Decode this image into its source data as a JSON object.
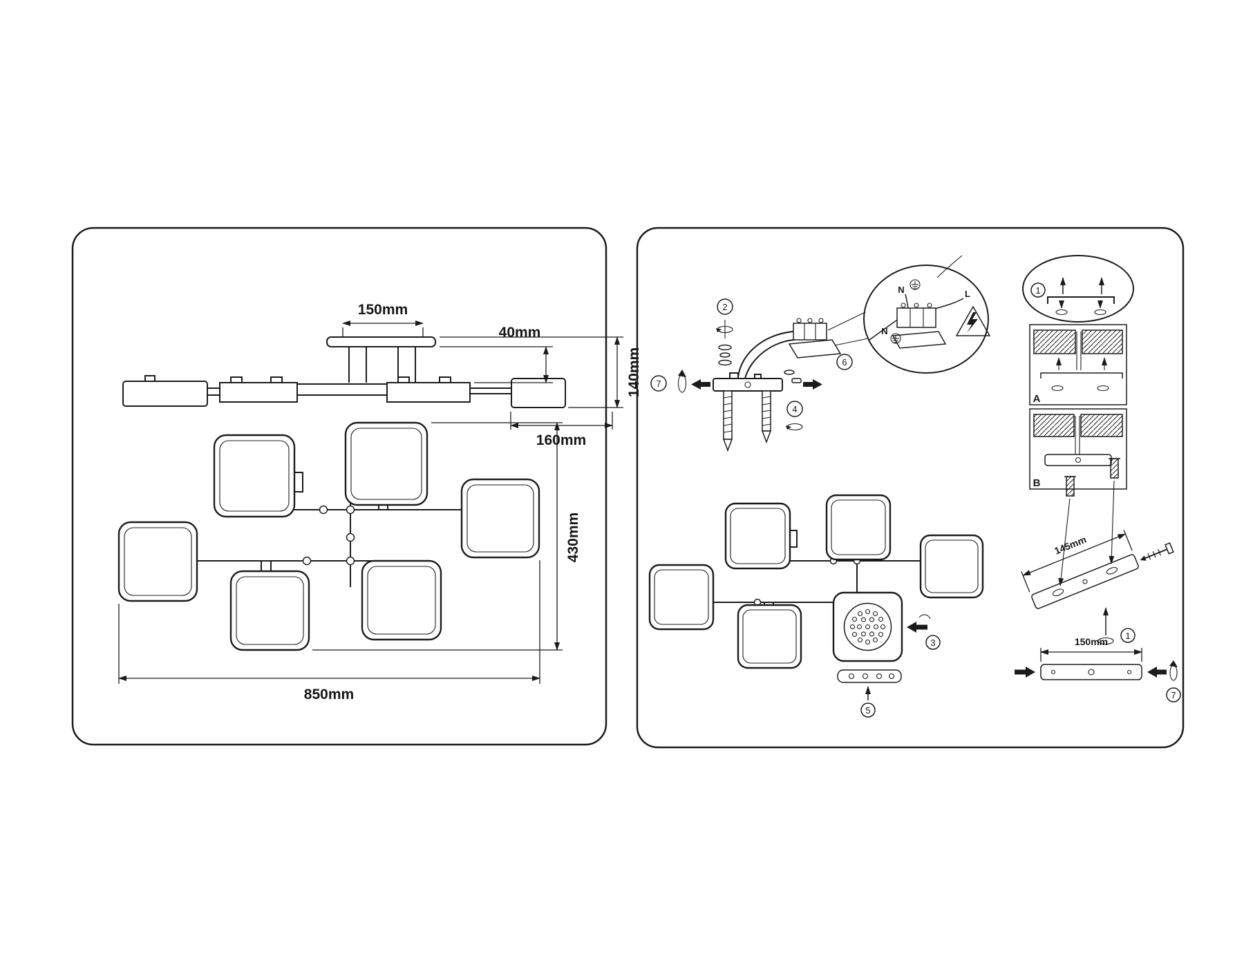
{
  "meta": {
    "background_color": "#ffffff",
    "line_color": "#1b1b1b",
    "description": "Ceiling lamp dimensions and installation instructions diagram"
  },
  "left_panel": {
    "side_view": {
      "canopy_width": "150mm",
      "post_height": "40mm",
      "total_height": "140mm",
      "shade_width": "160mm"
    },
    "plan_view": {
      "depth": "430mm",
      "width": "850mm"
    }
  },
  "right_panel": {
    "steps": {
      "s1": "1",
      "s2": "2",
      "s3": "3",
      "s4": "4",
      "s5": "5",
      "s6": "6",
      "s7": "7"
    },
    "wiring": {
      "neutral": "N",
      "live": "L"
    },
    "variants": {
      "a": "A",
      "b": "B"
    },
    "bracket_length": "145mm",
    "canopy_length": "150mm"
  }
}
